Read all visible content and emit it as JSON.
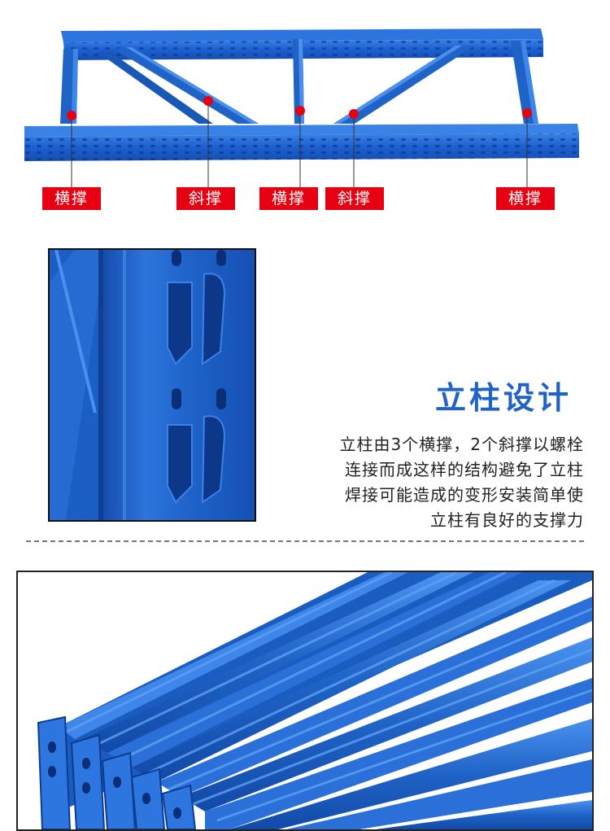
{
  "callouts": [
    {
      "label": "横撑"
    },
    {
      "label": "斜撑"
    },
    {
      "label": "横撑"
    },
    {
      "label": "斜撑"
    },
    {
      "label": "横撑"
    }
  ],
  "upright_section": {
    "heading": "立柱设计",
    "description_lines": [
      "立柱由3个横撑，2个斜撑以螺栓",
      "连接而成这样的结构避免了立柱",
      "焊接可能造成的变形安装简单使",
      "立柱有良好的支撑力"
    ]
  },
  "colors": {
    "product_blue": "#1f63c6",
    "label_red": "#e60012",
    "heading_blue": "#1f63c6"
  }
}
